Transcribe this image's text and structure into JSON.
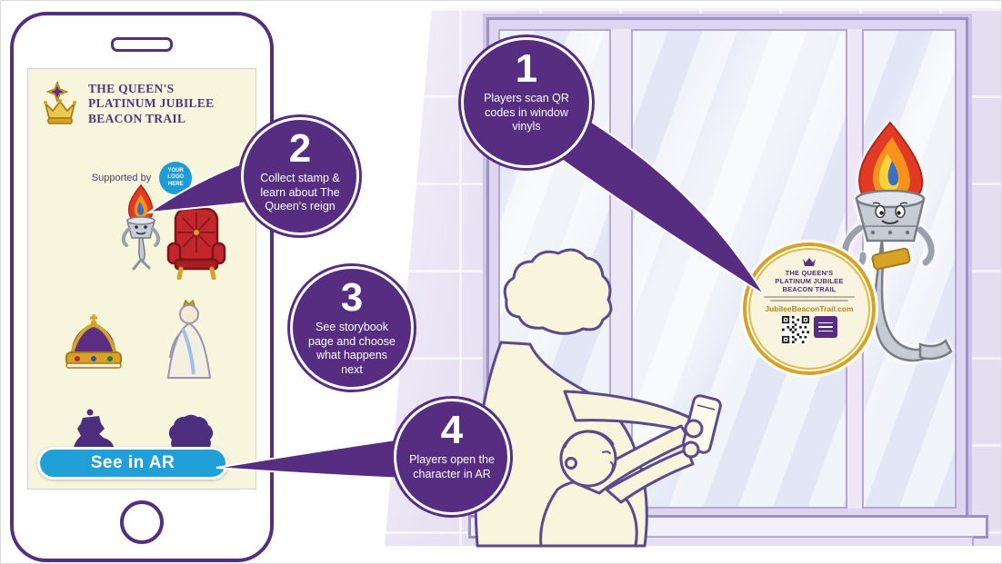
{
  "steps": [
    {
      "number": "1",
      "text": "Players scan QR codes in window vinyls"
    },
    {
      "number": "2",
      "text": "Collect stamp & learn about The Queen's reign"
    },
    {
      "number": "3",
      "text": "See storybook page and choose what happens next"
    },
    {
      "number": "4",
      "text": "Players open the character in AR"
    }
  ],
  "app": {
    "title_lines": [
      "THE QUEEN'S",
      "PLATINUM JUBILEE",
      "BEACON TRAIL"
    ],
    "supported_by_label": "Supported by",
    "logo_placeholder_lines": [
      "YOUR",
      "LOGO",
      "HERE"
    ],
    "ar_button_label": "See in AR",
    "stamps": [
      "torch-beacon-character",
      "red-throne-character",
      "royal-crown",
      "queen-character",
      "jug-silhouette",
      "portrait-bust-silhouette"
    ]
  },
  "window_vinyl": {
    "sticker_title_lines": [
      "THE QUEEN'S",
      "PLATINUM JUBILEE",
      "BEACON TRAIL"
    ],
    "sticker_url": "JubileeBeaconTrail.com",
    "mascot": "torch-beacon-character",
    "qr": "qr-code"
  },
  "icons": {
    "crown_compass_logo": "gold crown with compass star",
    "speaker_slot": "phone earpiece slot",
    "home_button": "phone home button ring",
    "qr_code": "black and white qr code"
  },
  "colors": {
    "bubble_purple": "#562d80",
    "phone_outline_purple": "#53307e",
    "screen_cream": "#f8f5dd",
    "ar_button_blue": "#219fd9",
    "wall_lavender": "#e4def1",
    "gold": "#d7a327",
    "title_purple": "#473a7e",
    "flame_red": "#e23a24",
    "flame_orange": "#f6921e",
    "flame_blue": "#3a6fc4"
  }
}
